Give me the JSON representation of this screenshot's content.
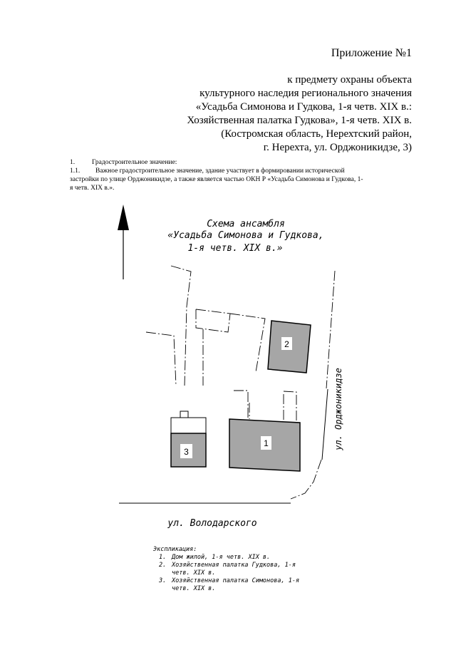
{
  "appendix_title": "Приложение №1",
  "subject_lines": [
    "к предмету охраны объекта",
    "культурного наследия регионального значения",
    "«Усадьба Симонова и Гудкова, 1-я четв. XIX в.:",
    "Хозяйственная палатка Гудкова», 1-я четв. XIX в.",
    "(Костромская область, Нерехтский район,",
    "г. Нерехта, ул. Орджоникидзе, 3)"
  ],
  "section": {
    "num": "1.",
    "title": "Градостроительное значение:",
    "item_num": "1.1.",
    "item_text_1": "Важное градостроительное значение, здание участвует в формировании исторической",
    "item_text_2": "застройки по улице Орджоникидзе, а также является частью ОКН Р «Усадьба Симонова и Гудкова, 1-",
    "item_text_3": "я четв. XIX в.»."
  },
  "scheme": {
    "title_1": "Схема ансамбля",
    "title_2": "«Усадьба Симонова и Гудкова,",
    "title_3": "1-я четв. XIX в.»",
    "street_bottom": "ул. Володарского",
    "street_right": "ул. Орджоникидзе",
    "building_labels": [
      "1",
      "2",
      "3"
    ],
    "building_fill": "#a6a6a6"
  },
  "explication": {
    "title": "Экспликация:",
    "items": [
      {
        "num": "1.",
        "line1": "Дом жилой, 1-я четв. XIX в.",
        "line2": ""
      },
      {
        "num": "2.",
        "line1": "Хозяйственная палатка Гудкова, 1-я",
        "line2": "четв. XIX в."
      },
      {
        "num": "3.",
        "line1": "Хозяйственная палатка Симонова, 1-я",
        "line2": "четв. XIX в."
      }
    ]
  }
}
